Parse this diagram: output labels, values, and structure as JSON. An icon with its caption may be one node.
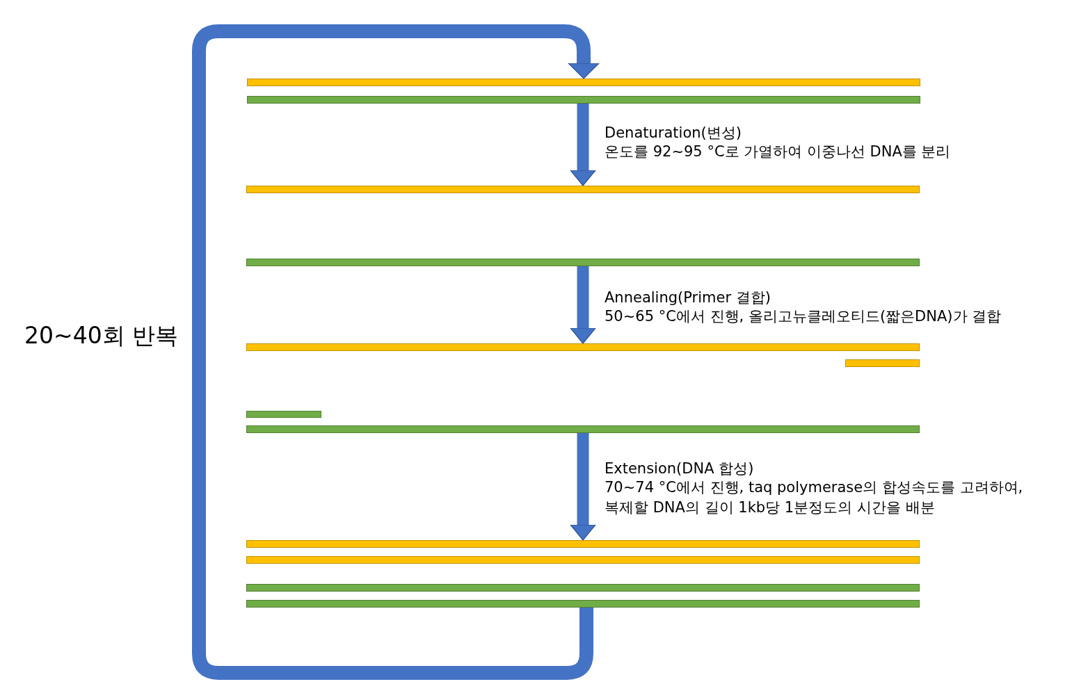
{
  "diagram": {
    "nodes": [
      {
        "text": [],
        "shape": "bar"
      },
      {
        "text": [],
        "shape": "bar"
      },
      {
        "text": [],
        "shape": "bar"
      },
      {
        "text": [],
        "shape": "bar"
      },
      {
        "text": [],
        "shape": "bar"
      },
      {
        "text": [],
        "shape": "bar"
      },
      {
        "text": [],
        "shape": "bar"
      },
      {
        "text": [],
        "shape": "bar"
      },
      {
        "text": [],
        "shape": "bar"
      },
      {
        "text": [],
        "shape": "bar"
      },
      {
        "text": [],
        "shape": "bar"
      },
      {
        "text": [],
        "shape": "bar"
      }
    ],
    "edges": [
      {
        "from": 1,
        "to": 2,
        "arrow": "to"
      },
      {
        "from": 3,
        "to": 4,
        "arrow": "to"
      },
      {
        "from": 7,
        "to": 8,
        "arrow": "to"
      },
      {
        "from": 11,
        "to": 0,
        "arrow": "to",
        "label": "20~40회 반복"
      }
    ],
    "labels": [
      "Denaturation(변성)",
      "온도를 92~95 °C로 가열하여 이중나선 DNA를 분리",
      "Annealing(Primer 결합)",
      "50~65 °C에서 진행, 올리고뉴클레오티드(짧은DNA)가 결합",
      "Extension(DNA 합성)",
      "70~74 °C에서 진행, taq polymerase의 합성속도를 고려하여, 복제할 DNA의 길이 1kb당 1분정도의 시간을 배분"
    ]
  }
}
